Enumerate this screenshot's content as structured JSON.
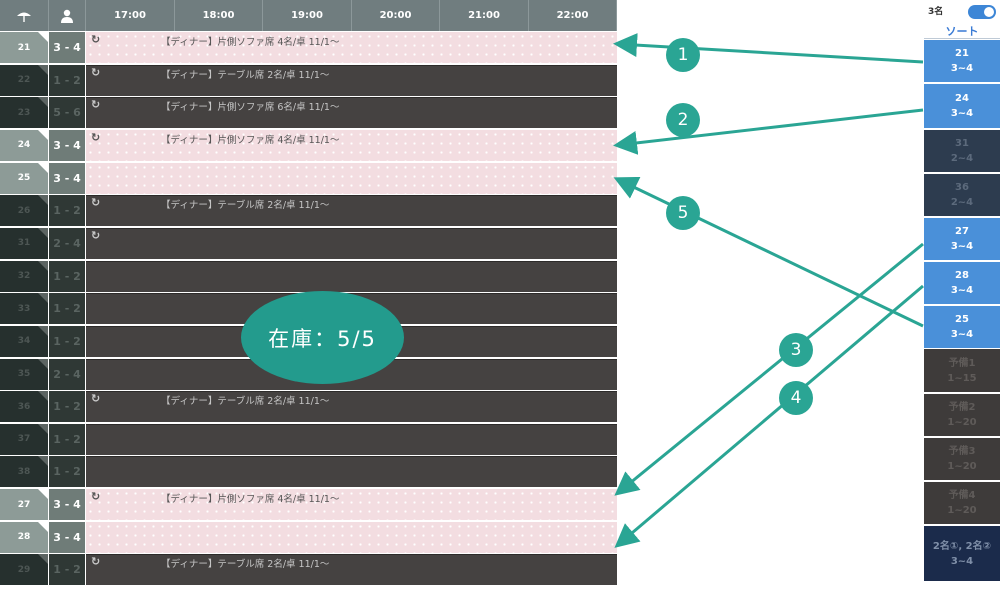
{
  "header": {
    "table_icon": "table-umbrella-icon",
    "capacity_icon": "person-icon",
    "times": [
      "17:00",
      "18:00",
      "19:00",
      "20:00",
      "21:00",
      "22:00"
    ]
  },
  "rows": [
    {
      "table": "21",
      "capacity": "3 - 4",
      "state": "light",
      "refresh": true,
      "text": "【ディナー】片側ソファ席 4名/卓 11/1～"
    },
    {
      "table": "22",
      "capacity": "1 - 2",
      "state": "dark",
      "refresh": true,
      "text": "【ディナー】テーブル席 2名/卓 11/1～"
    },
    {
      "table": "23",
      "capacity": "5 - 6",
      "state": "dark",
      "refresh": true,
      "text": "【ディナー】片側ソファ席 6名/卓 11/1～"
    },
    {
      "table": "24",
      "capacity": "3 - 4",
      "state": "light",
      "refresh": true,
      "text": "【ディナー】片側ソファ席 4名/卓 11/1～"
    },
    {
      "table": "25",
      "capacity": "3 - 4",
      "state": "light",
      "refresh": false,
      "text": ""
    },
    {
      "table": "26",
      "capacity": "1 - 2",
      "state": "dark",
      "refresh": true,
      "text": "【ディナー】テーブル席 2名/卓 11/1～"
    },
    {
      "table": "31",
      "capacity": "2 - 4",
      "state": "dark",
      "refresh": true,
      "text": ""
    },
    {
      "table": "32",
      "capacity": "1 - 2",
      "state": "dark",
      "refresh": false,
      "text": ""
    },
    {
      "table": "33",
      "capacity": "1 - 2",
      "state": "dark",
      "refresh": false,
      "text": ""
    },
    {
      "table": "34",
      "capacity": "1 - 2",
      "state": "dark",
      "refresh": false,
      "text": ""
    },
    {
      "table": "35",
      "capacity": "2 - 4",
      "state": "dark",
      "refresh": false,
      "text": ""
    },
    {
      "table": "36",
      "capacity": "1 - 2",
      "state": "dark",
      "refresh": true,
      "text": "【ディナー】テーブル席 2名/卓 11/1～"
    },
    {
      "table": "37",
      "capacity": "1 - 2",
      "state": "dark",
      "refresh": false,
      "text": ""
    },
    {
      "table": "38",
      "capacity": "1 - 2",
      "state": "dark",
      "refresh": false,
      "text": ""
    },
    {
      "table": "27",
      "capacity": "3 - 4",
      "state": "light",
      "refresh": true,
      "text": "【ディナー】片側ソファ席 4名/卓 11/1～"
    },
    {
      "table": "28",
      "capacity": "3 - 4",
      "state": "light",
      "refresh": false,
      "text": ""
    },
    {
      "table": "29",
      "capacity": "1 - 2",
      "state": "dark",
      "refresh": true,
      "text": "【ディナー】テーブル席 2名/卓 11/1～"
    }
  ],
  "stock_label": "在庫：5/5",
  "side": {
    "party_count": "3名",
    "sort_label": "ソート",
    "toggle_on": true,
    "items": [
      {
        "id": "21",
        "range": "3~4",
        "state": "on"
      },
      {
        "id": "24",
        "range": "3~4",
        "state": "on"
      },
      {
        "id": "31",
        "range": "2~4",
        "state": "off"
      },
      {
        "id": "36",
        "range": "2~4",
        "state": "off"
      },
      {
        "id": "27",
        "range": "3~4",
        "state": "on"
      },
      {
        "id": "28",
        "range": "3~4",
        "state": "on"
      },
      {
        "id": "25",
        "range": "3~4",
        "state": "on"
      },
      {
        "id": "予備1",
        "range": "1~15",
        "state": "mid"
      },
      {
        "id": "予備2",
        "range": "1~20",
        "state": "mid"
      },
      {
        "id": "予備3",
        "range": "1~20",
        "state": "mid"
      },
      {
        "id": "予備4",
        "range": "1~20",
        "state": "mid"
      },
      {
        "id": "2名①, 2名②",
        "range": "3~4",
        "state": "navy"
      }
    ]
  },
  "annotations": [
    "1",
    "2",
    "3",
    "4",
    "5"
  ],
  "colors": {
    "accent": "#2aa594",
    "selected": "#4a90d9",
    "header": "#707d7f"
  }
}
